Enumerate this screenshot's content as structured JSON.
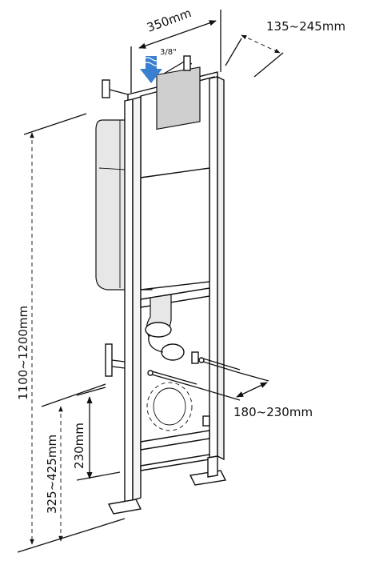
{
  "dimensions": {
    "frame_width": "350mm",
    "depth_range": "135~245mm",
    "height_range": "1100~1200mm",
    "lower_range": "325~425mm",
    "lower_height": "230mm",
    "bolt_spacing": "180~230mm",
    "water_inlet": "3/8\""
  },
  "colors": {
    "inlet_arrow": "#3a7fd0",
    "line": "#111111"
  }
}
